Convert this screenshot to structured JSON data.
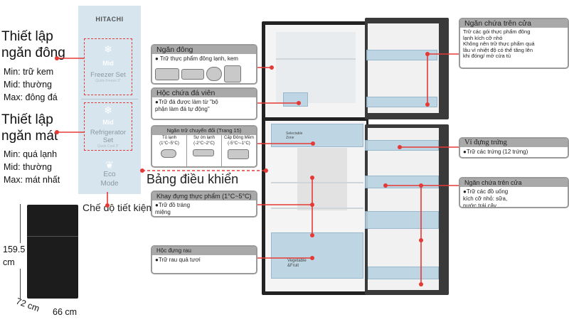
{
  "left": {
    "freezer_title_1": "Thiết lập",
    "freezer_title_2": "ngăn đông",
    "freezer_modes": [
      "Min: trữ kem",
      "Mid: thường",
      "Max: đông đá"
    ],
    "fridge_title_1": "Thiết lập",
    "fridge_title_2": "ngăn mát",
    "fridge_modes": [
      "Min: quá lạnh",
      "Mid: thường",
      "Max: mát nhất"
    ],
    "eco_label": "Chế độ tiết kiệm",
    "control_panel_label": "Bảng điều khiển",
    "height": "159.5\ncm",
    "height_1": "159.5",
    "height_2": "cm",
    "depth": "72 cm",
    "width": "66 cm"
  },
  "panel": {
    "brand": "HITACHI",
    "freezer": {
      "level": "Mid",
      "label": "Freezer Set",
      "sub": "Quick Freeze 3\""
    },
    "fridge": {
      "level": "Mid",
      "label": "Refrigerator Set",
      "sub": "Quick Cool 3\""
    },
    "eco_1": "Eco",
    "eco_2": "Mode"
  },
  "callouts_left": [
    {
      "title": "Ngăn đông",
      "text": "● Trữ thực phẩm đông lạnh, kem"
    },
    {
      "title": "Hộc chứa đá viên",
      "text": "●Trữ đá được làm từ \"bộ phận làm đá tự động\""
    },
    {
      "title": "Ngăn trữ chuyển đổi  (Trang 15)",
      "cols": [
        {
          "name": "Tủ lạnh",
          "temp": "(1°C~5°C)"
        },
        {
          "name": "Sự ớn lạnh",
          "temp": "(-2°C~2°C)"
        },
        {
          "name": "Cấp Đông Mềm",
          "temp": "(-5°C~-1°C)"
        }
      ]
    },
    {
      "title": "Khay đựng thực phẩm (1°C~5°C)",
      "text": "●Trữ đồ tráng miệng"
    },
    {
      "title": "Hộc đựng rau",
      "text": "●Trữ rau quả tươi"
    }
  ],
  "callouts_right": [
    {
      "title": "Ngăn chứa trên cửa",
      "items": [
        "Trữ các gói thực phẩm đông lạnh kích cỡ nhỏ",
        "Không nên trữ thực phẩm quá lâu vì nhiệt độ có thể tăng lên khi đóng/ mở cửa tủ"
      ]
    },
    {
      "title": "Vỉ đựng trứng",
      "text": "●Trữ các trứng (12 trứng)"
    },
    {
      "title": "Ngăn chứa trên cửa",
      "text": "●Trữ các đồ uống kích cỡ nhỏ: sữa, nước trái cây"
    }
  ],
  "fridge": {
    "selectable": "Selectable\nZone",
    "selectable_1": "Selectable",
    "selectable_2": "Zone",
    "veg_1": "Vegetable",
    "veg_2": "&Fruit"
  },
  "colors": {
    "accent": "#e53935",
    "panel": "#d7e5ee",
    "header": "#a9a9a9"
  }
}
